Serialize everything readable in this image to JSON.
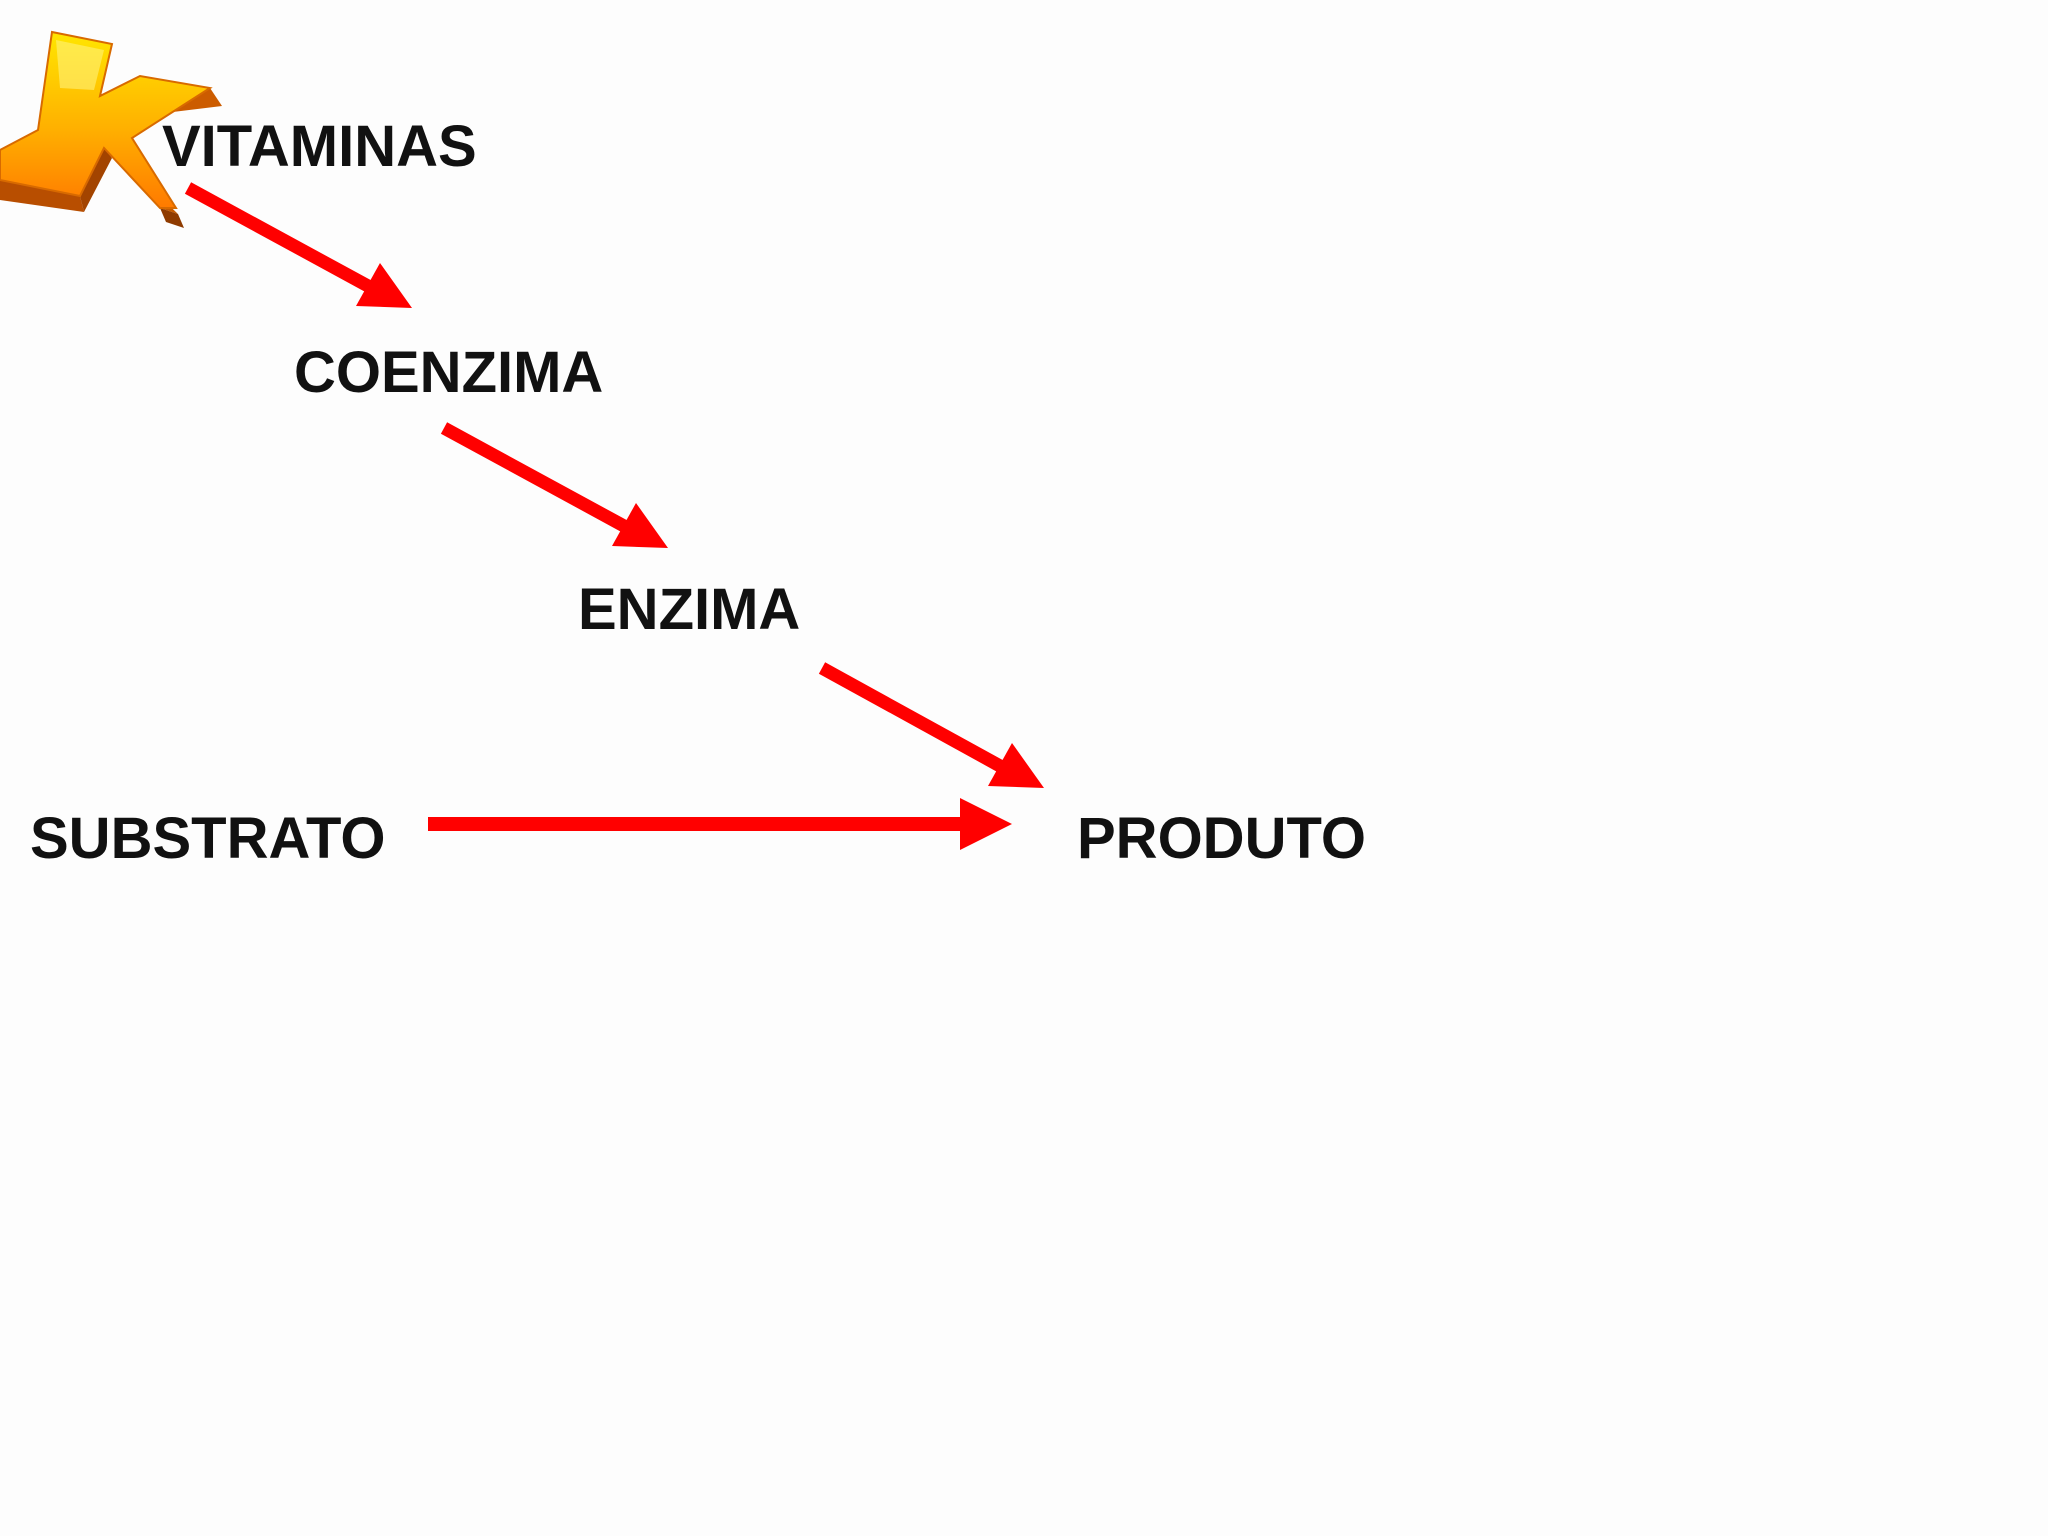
{
  "diagram": {
    "nodes": {
      "vitaminas": "VITAMINAS",
      "coenzima": "COENZIMA",
      "enzima": "ENZIMA",
      "substrato": "SUBSTRATO",
      "produto": "PRODUTO"
    },
    "edges": [
      {
        "from": "vitaminas",
        "to": "coenzima"
      },
      {
        "from": "coenzima",
        "to": "enzima"
      },
      {
        "from": "enzima",
        "to": "produto"
      },
      {
        "from": "substrato",
        "to": "produto"
      }
    ],
    "arrow_color": "#ff0000",
    "text_color": "#111111"
  },
  "logo": {
    "icon": "3d-letter-k-logo-icon",
    "colors": [
      "#ffd400",
      "#ff8c00",
      "#b84e00"
    ]
  }
}
